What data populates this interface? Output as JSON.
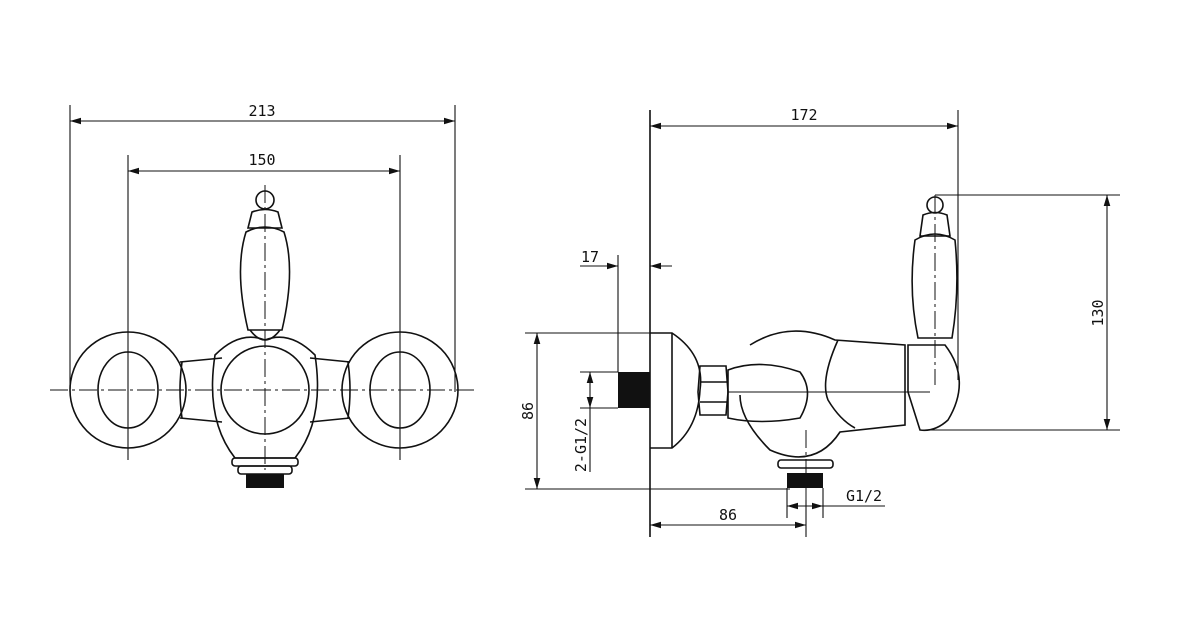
{
  "front_view": {
    "dim_overall_width": "213",
    "dim_centers": "150"
  },
  "side_view": {
    "dim_depth": "172",
    "dim_flange": "17",
    "dim_height_86": "86",
    "dim_inlet_thread": "2-G1/2",
    "dim_handle_height": "130",
    "dim_outlet_offset": "86",
    "dim_outlet_thread": "G1/2"
  }
}
